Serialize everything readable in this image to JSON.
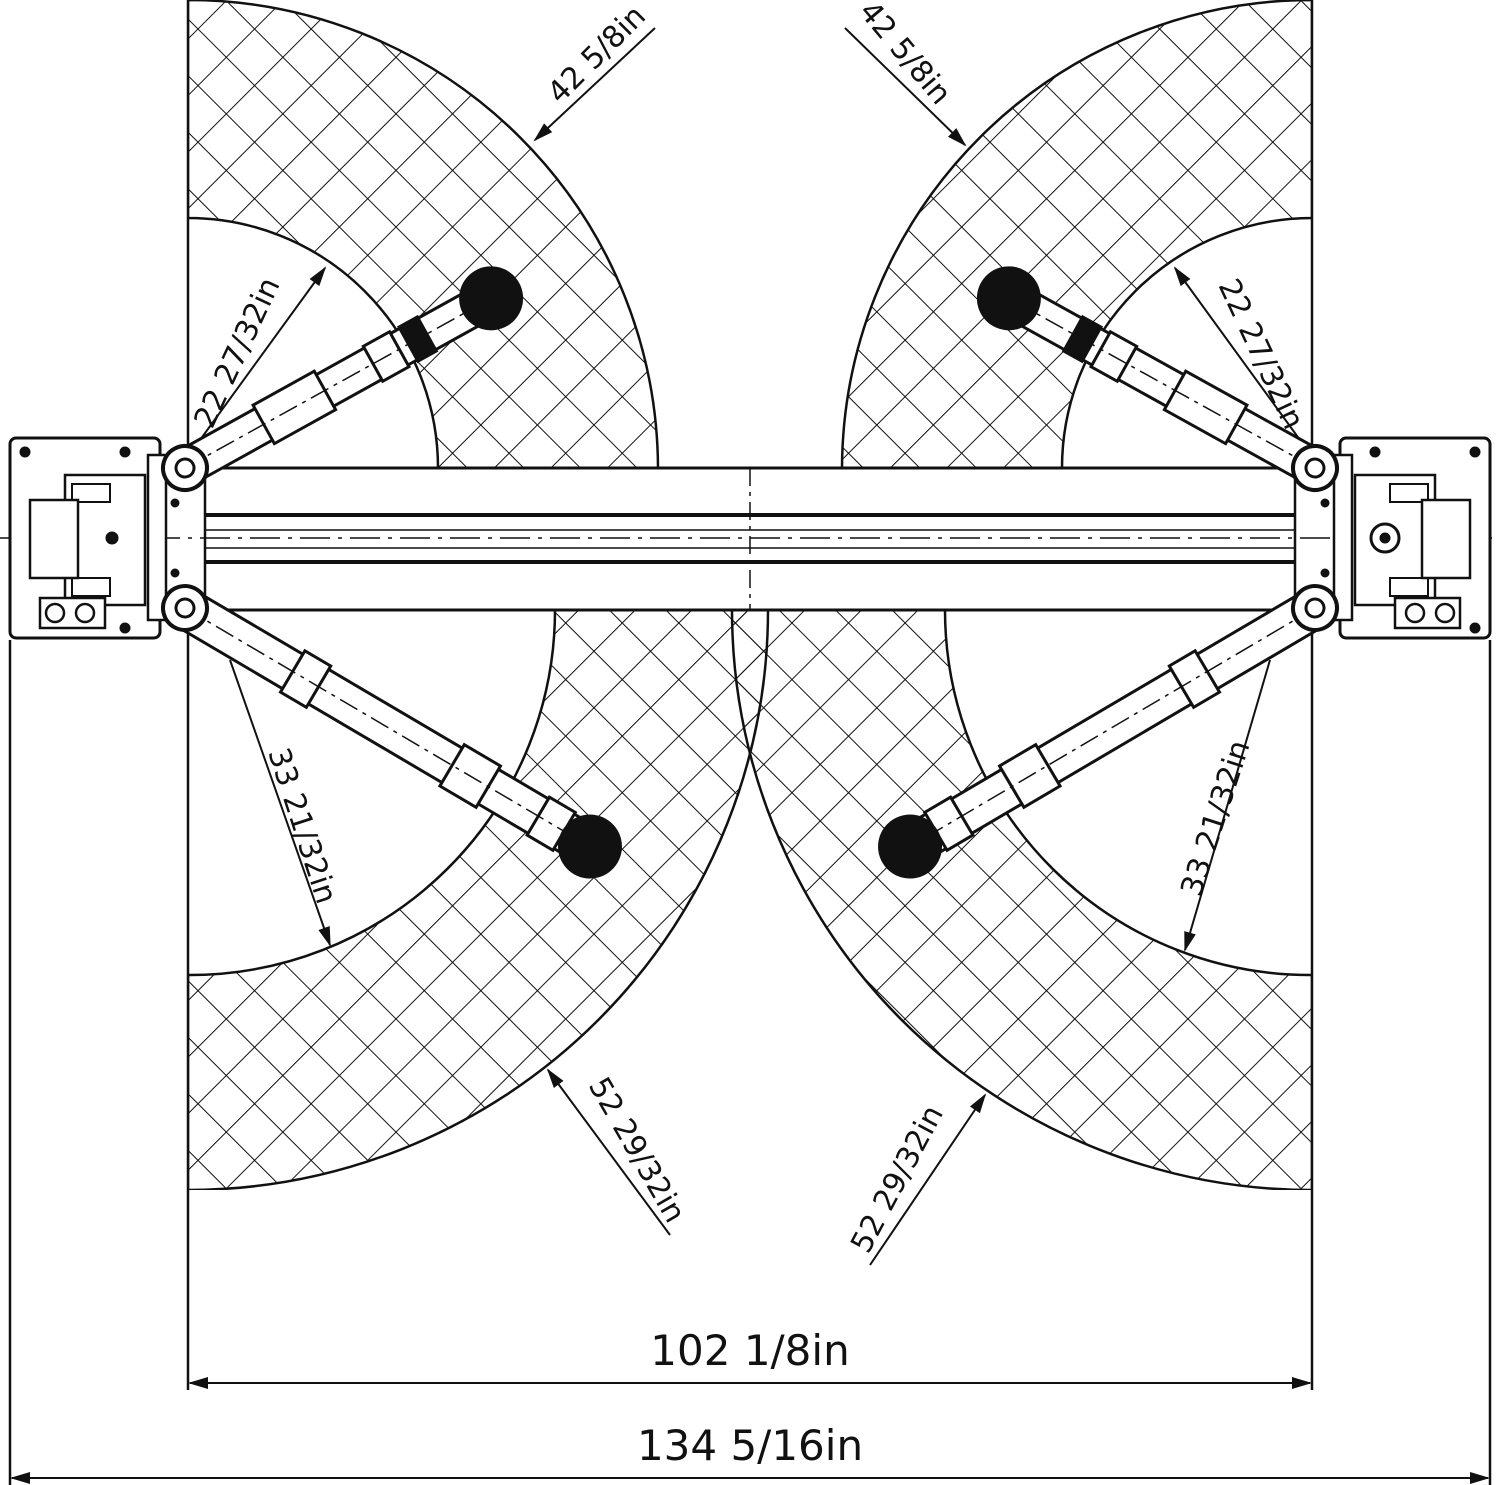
{
  "dimensions": {
    "upper_left_radius": "42  5/8in",
    "upper_right_radius": "42  5/8in",
    "left_short_arm": "22  27/32in",
    "right_short_arm": "22  27/32in",
    "left_long_arm": "33  21/32in",
    "right_long_arm": "33  21/32in",
    "lower_left_radius": "52  29/32in",
    "lower_right_radius": "52  29/32in",
    "inner_width": "102  1/8in",
    "overall_width": "134  5/16in"
  },
  "colors": {
    "line": "#111111",
    "background": "#ffffff"
  }
}
